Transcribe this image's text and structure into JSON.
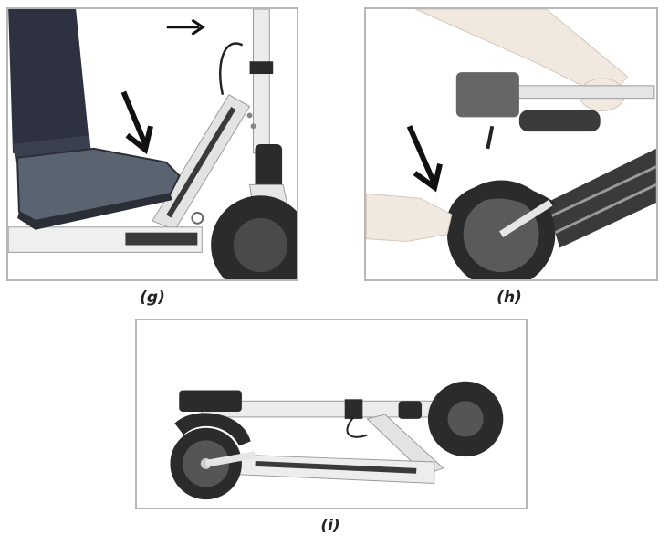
{
  "figure": {
    "panels": [
      {
        "id": "g",
        "caption": "(g)"
      },
      {
        "id": "h",
        "caption": "(h)"
      },
      {
        "id": "i",
        "caption": "(i)"
      }
    ]
  },
  "colors": {
    "frame": "#e8e8e8",
    "frame_edge": "#9a9a9a",
    "deck_grip": "#3a3a3a",
    "tire": "#2b2b2b",
    "arrow": "#111111",
    "jeans": "#2e3240",
    "shoe": "#5a6470",
    "panel_border": "#b7b7b7"
  },
  "icons": [
    "direction-arrow-right-icon",
    "direction-arrow-down-icon"
  ]
}
